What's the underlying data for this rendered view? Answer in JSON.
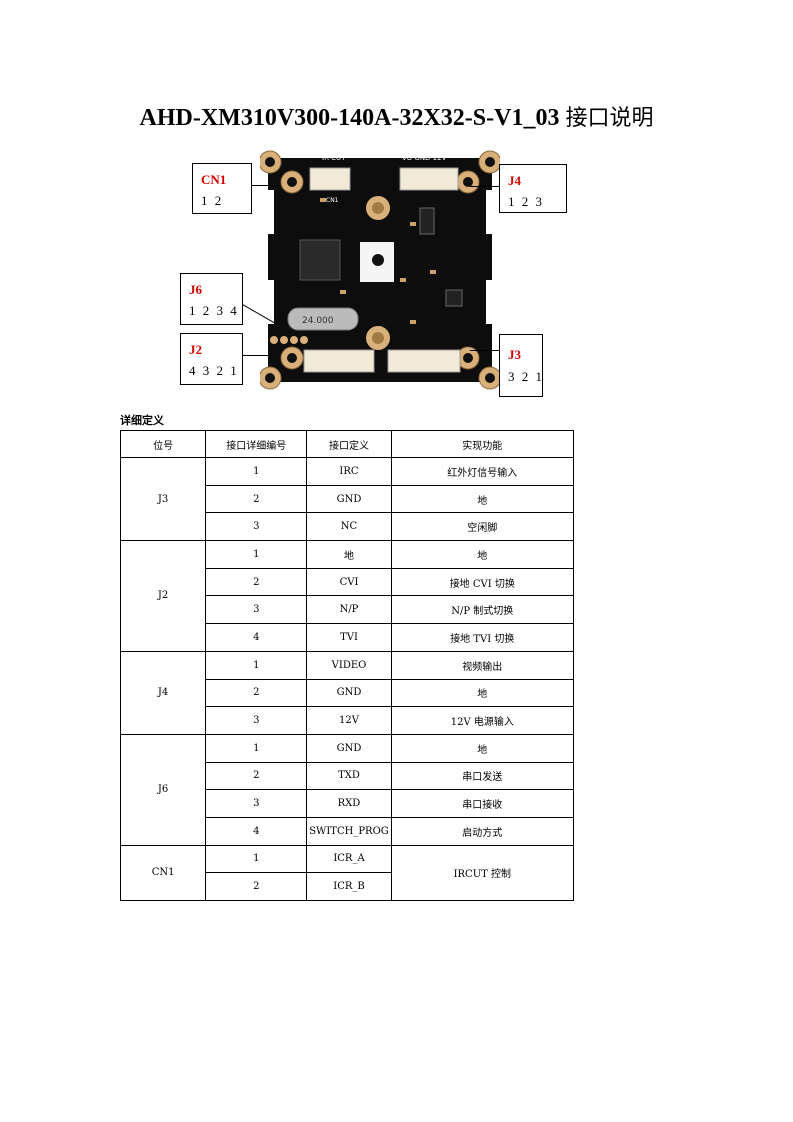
{
  "title": {
    "main": "AHD-XM310V300-140A-32X32-S-V1_03",
    "suffix": "接口说明"
  },
  "board_silkscreen": {
    "top_left": "IR-CUT",
    "top_right": "VO GND 12V",
    "cn1_mark": "CN1",
    "crystal": "24.000"
  },
  "callouts": [
    {
      "id": "cn1",
      "name": "CN1",
      "pins": "1 2"
    },
    {
      "id": "j4",
      "name": "J4",
      "pins": "1 2 3"
    },
    {
      "id": "j6",
      "name": "J6",
      "pins": "1 2 3 4"
    },
    {
      "id": "j2",
      "name": "J2",
      "pins": "4 3 2 1"
    },
    {
      "id": "j3",
      "name": "J3",
      "pins": "3 2 1"
    }
  ],
  "section_title": "详细定义",
  "table": {
    "headers": [
      "位号",
      "接口详细编号",
      "接口定义",
      "实现功能"
    ],
    "groups": [
      {
        "id": "J3",
        "rows": [
          {
            "num": "1",
            "def": "IRC",
            "func": "红外灯信号输入"
          },
          {
            "num": "2",
            "def": "GND",
            "func": "地"
          },
          {
            "num": "3",
            "def": "NC",
            "func": "空闲脚"
          }
        ]
      },
      {
        "id": "J2",
        "rows": [
          {
            "num": "1",
            "def": "地",
            "func": "地"
          },
          {
            "num": "2",
            "def": "CVI",
            "func": "接地 CVI 切换"
          },
          {
            "num": "3",
            "def": "N/P",
            "func": "N/P 制式切换"
          },
          {
            "num": "4",
            "def": "TVI",
            "func": "接地 TVI 切换"
          }
        ]
      },
      {
        "id": "J4",
        "rows": [
          {
            "num": "1",
            "def": "VIDEO",
            "func": "视频输出"
          },
          {
            "num": "2",
            "def": "GND",
            "func": "地"
          },
          {
            "num": "3",
            "def": "12V",
            "func": "12V 电源输入"
          }
        ]
      },
      {
        "id": "J6",
        "rows": [
          {
            "num": "1",
            "def": "GND",
            "func": "地"
          },
          {
            "num": "2",
            "def": "TXD",
            "func": "串口发送"
          },
          {
            "num": "3",
            "def": "RXD",
            "func": "串口接收"
          },
          {
            "num": "4",
            "def": "SWITCH_PROG",
            "func": "启动方式"
          }
        ]
      },
      {
        "id": "CN1",
        "merged_func": "IRCUT 控制",
        "rows": [
          {
            "num": "1",
            "def": "ICR_A"
          },
          {
            "num": "2",
            "def": "ICR_B"
          }
        ]
      }
    ]
  }
}
